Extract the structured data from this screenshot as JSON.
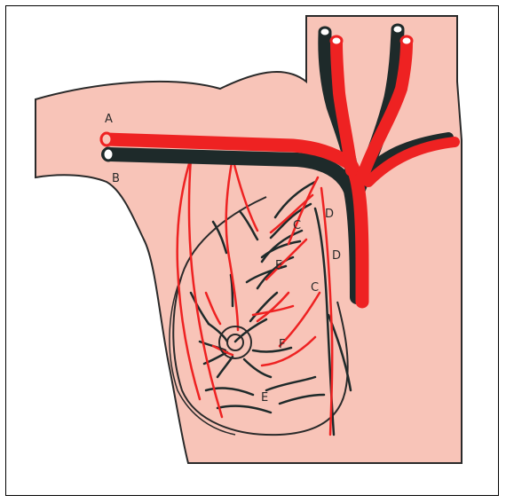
{
  "labels": {
    "a": "A",
    "b": "B",
    "c1": "C",
    "c2": "C",
    "d1": "D",
    "d2": "D",
    "e1": "E",
    "e2": "E",
    "f": "F"
  },
  "colors": {
    "skin": "#f8c4b8",
    "artery": "#ee2222",
    "vein": "#1e2a2a",
    "outline": "#2a2a2a",
    "frame": "#000000",
    "background": "#ffffff"
  }
}
